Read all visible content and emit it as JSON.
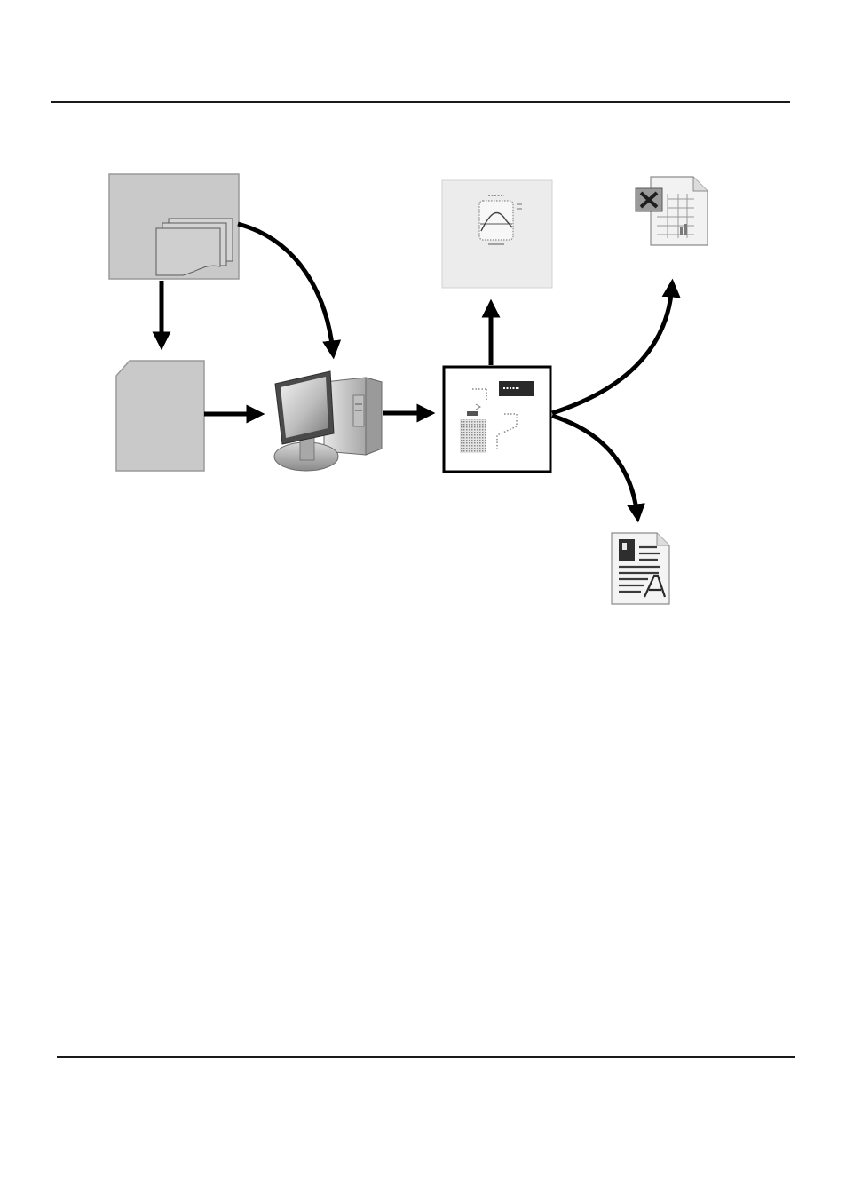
{
  "diagram": {
    "nodes": [
      {
        "id": "source-device",
        "icon": "stacked-documents-icon"
      },
      {
        "id": "memory-card",
        "icon": "memory-card-icon"
      },
      {
        "id": "computer",
        "icon": "desktop-computer-icon"
      },
      {
        "id": "software",
        "icon": "software-window-icon"
      },
      {
        "id": "graph-view",
        "icon": "graph-view-icon"
      },
      {
        "id": "spreadsheet",
        "icon": "excel-spreadsheet-icon"
      },
      {
        "id": "text-report",
        "icon": "text-document-icon"
      }
    ],
    "edges": [
      {
        "from": "source-device",
        "to": "memory-card"
      },
      {
        "from": "source-device",
        "to": "computer"
      },
      {
        "from": "memory-card",
        "to": "computer"
      },
      {
        "from": "computer",
        "to": "software"
      },
      {
        "from": "software",
        "to": "graph-view"
      },
      {
        "from": "software",
        "to": "spreadsheet"
      },
      {
        "from": "software",
        "to": "text-report"
      }
    ],
    "colors": {
      "arrow": "#000000",
      "node_fill": "#c9c9c9",
      "node_stroke": "#9a9a9a",
      "rule": "#1a1a1a"
    }
  }
}
